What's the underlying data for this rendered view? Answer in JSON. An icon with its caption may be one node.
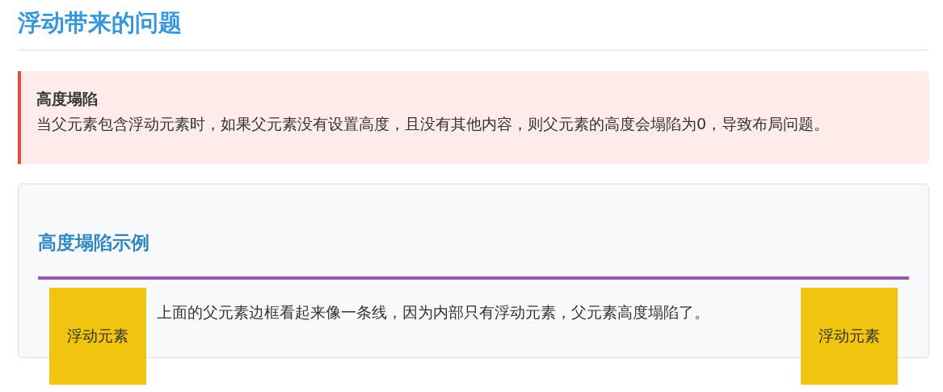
{
  "diagram": {
    "title": "浮动带来的问题",
    "nodes": [
      {
        "text": [
          "高度塌陷",
          "当父元素包含浮动元素时，如果父元素没有设置高度，且没有其他内容，则父元素的高度会塌陷为0，导致布局问题。"
        ]
      },
      {
        "text": [
          "高度塌陷示例",
          "上面的父元素边框看起来像一条线，因为内部只有浮动元素，父元素高度塌陷了。"
        ]
      },
      {
        "text": [
          "浮动元素"
        ]
      },
      {
        "text": [
          "浮动元素"
        ]
      }
    ]
  }
}
